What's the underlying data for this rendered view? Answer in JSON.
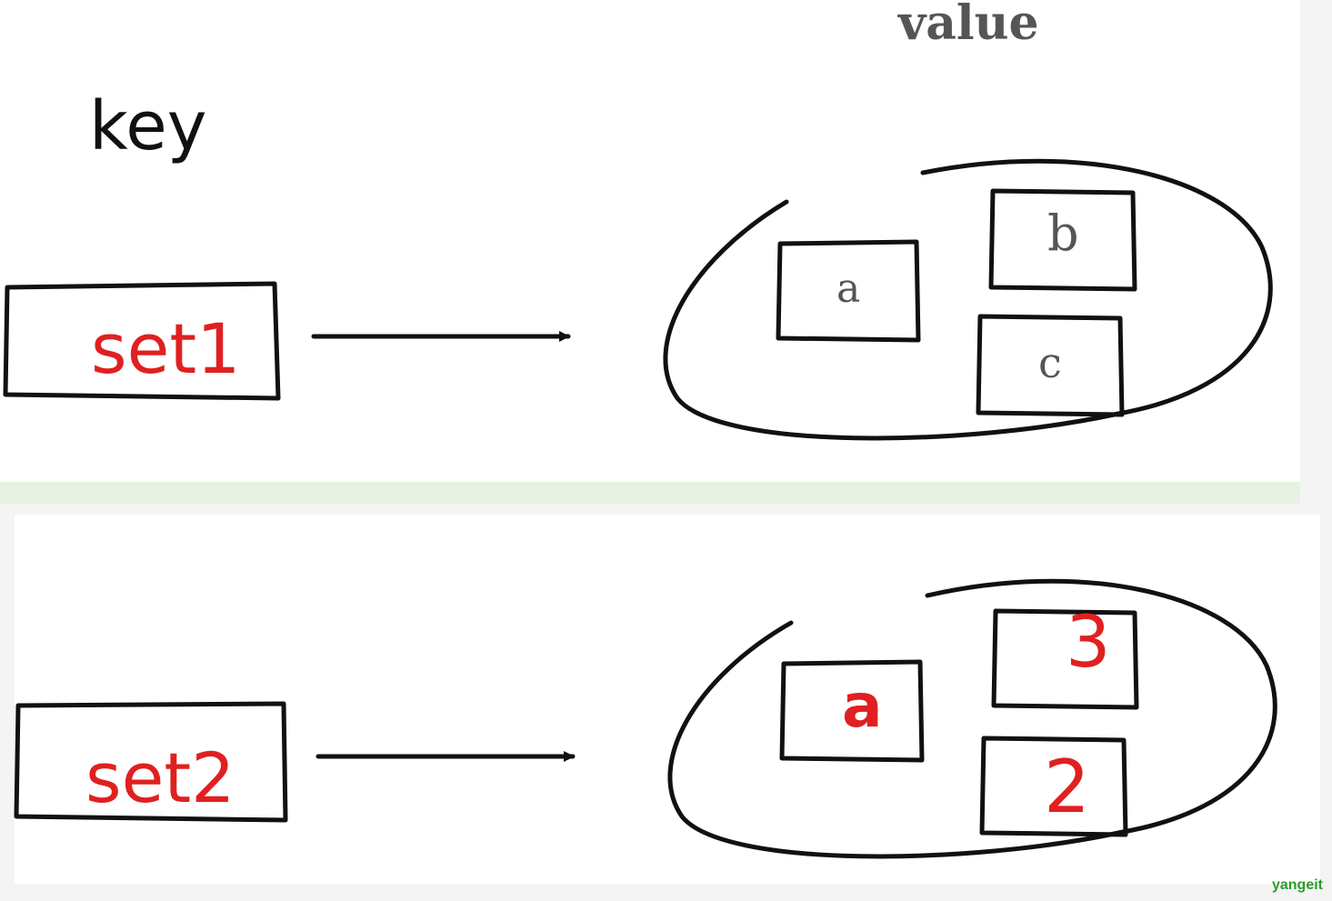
{
  "headers": {
    "key": "key",
    "value": "value"
  },
  "top_row": {
    "key_label": "set1",
    "members": [
      "a",
      "b",
      "c"
    ]
  },
  "bottom_row": {
    "key_label": "set2",
    "members": [
      "a",
      "3",
      "2"
    ]
  },
  "colors": {
    "ink": "#111111",
    "annotation_red": "#e02020",
    "divider_green": "#e6f3e3"
  },
  "watermark": "yangeit"
}
